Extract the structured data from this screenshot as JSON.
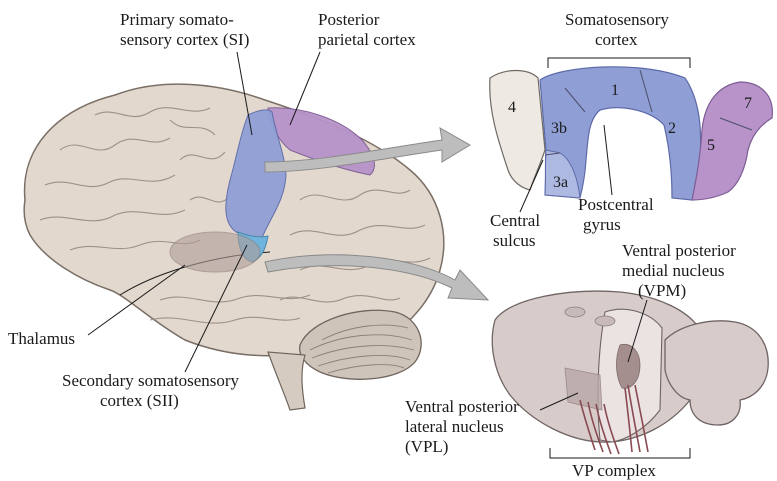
{
  "labels": {
    "si_line1": "Primary somato-",
    "si_line2": "sensory cortex (SI)",
    "ppc_line1": "Posterior",
    "ppc_line2": "parietal cortex",
    "ss_line1": "Somatosensory",
    "ss_line2": "cortex",
    "central_line1": "Central",
    "central_line2": "sulcus",
    "postcentral_line1": "Postcentral",
    "postcentral_line2": "gyrus",
    "thalamus": "Thalamus",
    "sii_line1": "Secondary somatosensory",
    "sii_line2": "cortex (SII)",
    "vpm_line1": "Ventral posterior",
    "vpm_line2": "medial nucleus",
    "vpm_line3": "(VPM)",
    "vpl_line1": "Ventral posterior",
    "vpl_line2": "lateral nucleus",
    "vpl_line3": "(VPL)",
    "vp_complex": "VP complex"
  },
  "areas": {
    "a4": "4",
    "a3b": "3b",
    "a3a": "3a",
    "a1": "1",
    "a2": "2",
    "a5": "5",
    "a7": "7"
  },
  "colors": {
    "brain": "#e2d8cd",
    "primary_cortex": "#8f9fd6",
    "secondary_cortex": "#6fb4dc",
    "parietal": "#b793c9",
    "thalamus": "#c7b2b0",
    "area4": "#eeeae3",
    "arrow": "#bdbdbd"
  }
}
